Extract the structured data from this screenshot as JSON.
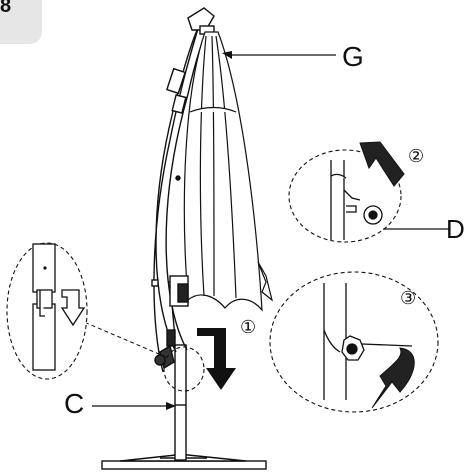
{
  "step_number": "8",
  "labels": {
    "g": "G",
    "d": "D",
    "c": "C"
  },
  "steps": {
    "one": "①",
    "two": "②",
    "three": "③"
  },
  "colors": {
    "line": "#111111",
    "badge": "#e6e6e6",
    "arrow": "#111111"
  }
}
